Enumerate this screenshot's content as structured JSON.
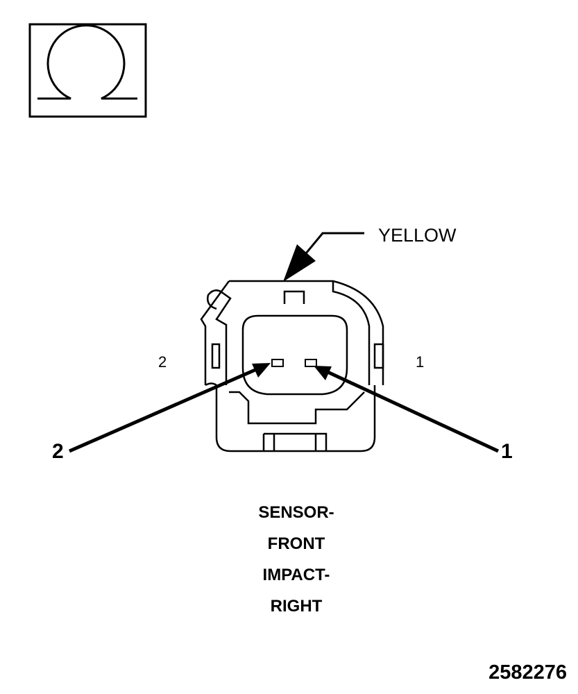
{
  "legend": {
    "symbol": "ohm-symbol"
  },
  "connector": {
    "wire_color": "YELLOW",
    "cavity_small": {
      "left": "2",
      "right": "1"
    },
    "cavity_big": {
      "left": "2",
      "right": "1"
    }
  },
  "title_lines": [
    "SENSOR-",
    "FRONT",
    "IMPACT-",
    "RIGHT"
  ],
  "figure_id": "2582276"
}
